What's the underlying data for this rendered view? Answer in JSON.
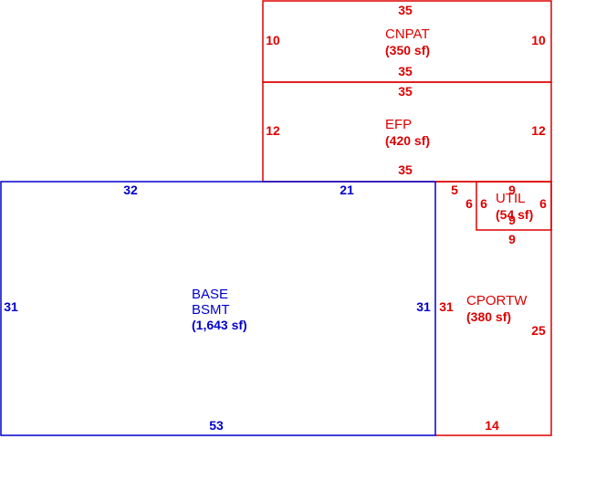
{
  "colors": {
    "base": "#0000cc",
    "addition": "#dd0000",
    "background": "#ffffff"
  },
  "areas": {
    "cnpat": {
      "name": "CNPAT",
      "area": "(350 sf)",
      "top": "35",
      "bottom": "35",
      "left": "10",
      "right": "10"
    },
    "efp": {
      "name": "EFP",
      "area": "(420 sf)",
      "top": "35",
      "bottom": "35",
      "left": "12",
      "right": "12"
    },
    "util": {
      "name": "UTIL",
      "area": "(54 sf)",
      "top": "9",
      "bottom_inner": "9",
      "bottom": "9",
      "left": "6",
      "left_outer": "6",
      "right": "6",
      "gap": "5"
    },
    "cportw": {
      "name": "CPORTW",
      "area": "(380 sf)",
      "left": "31",
      "right": "25",
      "bottom": "14"
    },
    "base": {
      "name": "BASE",
      "name2": "BSMT",
      "area": "(1,643 sf)",
      "top_left": "32",
      "top_right": "21",
      "left": "31",
      "right": "31",
      "bottom": "53"
    }
  }
}
